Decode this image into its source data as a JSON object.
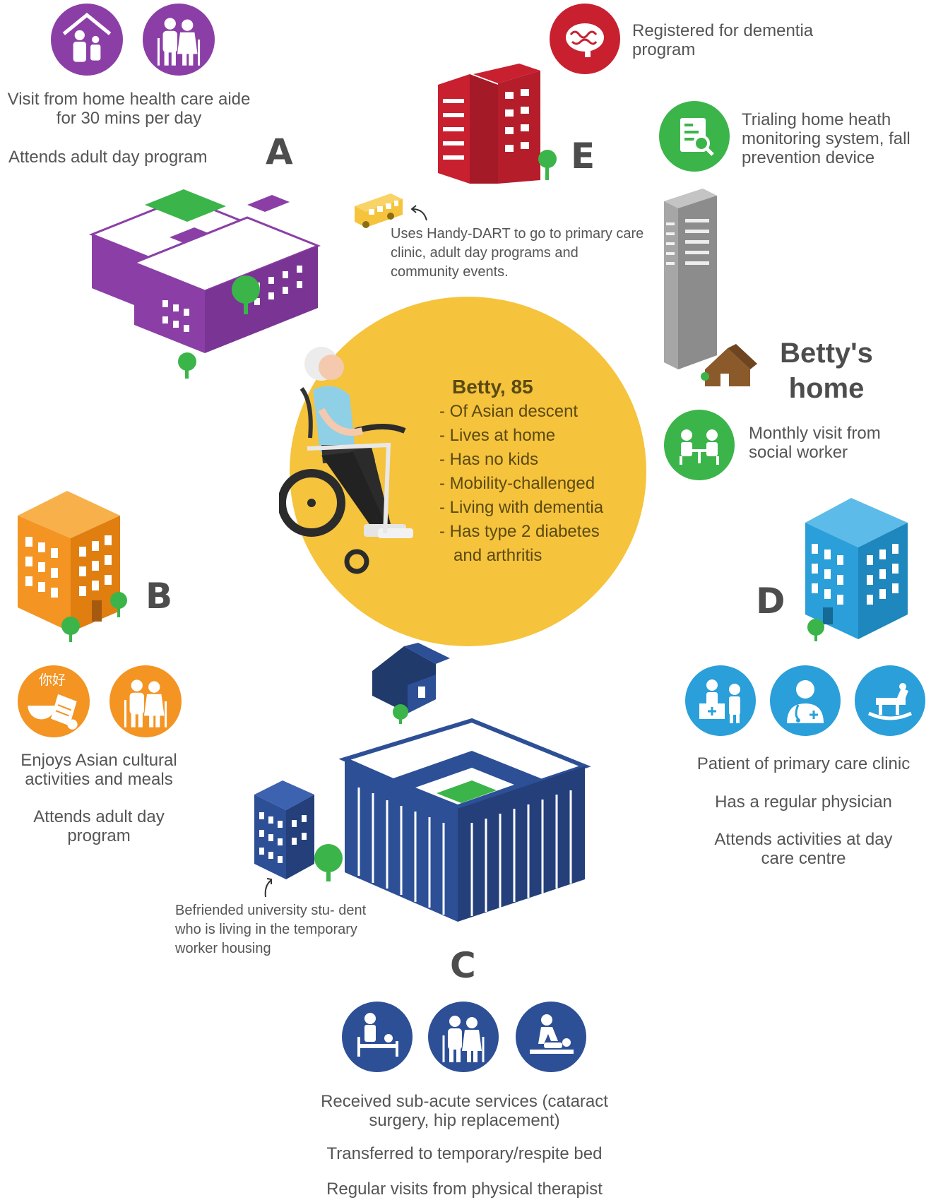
{
  "section_a": {
    "letter": "A",
    "text1": "Visit from home health care aide for 30 mins per day",
    "text2": "Attends adult day program",
    "color": "#8b3fa6",
    "icons": [
      "home-care-family-icon",
      "elderly-couple-icon"
    ]
  },
  "section_b": {
    "letter": "B",
    "text1": "Enjoys Asian cultural activities and meals",
    "text2": "Attends adult day program",
    "icon_glyph": "你好",
    "color": "#f39423",
    "icons": [
      "asian-meal-icon",
      "elderly-couple-icon"
    ]
  },
  "section_c": {
    "letter": "C",
    "text1": "Received sub-acute services (cataract surgery, hip replacement)",
    "text2": "Transferred to temporary/respite bed",
    "text3": "Regular visits from physical therapist",
    "note": "Befriended university stu- dent who is living in the temporary worker housing",
    "color": "#2d4f96",
    "icons": [
      "hospital-bed-icon",
      "elderly-couple-icon",
      "physiotherapy-icon"
    ]
  },
  "section_d": {
    "letter": "D",
    "text1": "Patient of primary care clinic",
    "text2": "Has a regular physician",
    "text3": "Attends activities at day care centre",
    "color": "#2a9fd9",
    "icons": [
      "clinic-reception-icon",
      "physician-icon",
      "rocking-horse-icon"
    ]
  },
  "section_e": {
    "letter": "E",
    "text1": "Registered for dementia program",
    "color": "#c8202f",
    "icons": [
      "brain-icon"
    ]
  },
  "transport": {
    "text": "Uses Handy-DART to go to primary care clinic, adult day programs and community events.",
    "color": "#f5c33c"
  },
  "home": {
    "label": "Betty's home",
    "monitoring_text": "Trialing home heath monitoring system, fall prevention device",
    "social_text": "Monthly visit from social worker",
    "color": "#3bb54a",
    "icons": [
      "monitoring-report-icon",
      "social-worker-meeting-icon"
    ]
  },
  "betty": {
    "title": "Betty, 85",
    "facts": [
      "- Of Asian descent",
      "- Lives at home",
      "- Has no kids",
      "- Mobility-challenged",
      "- Living with dementia",
      "- Has type 2 diabetes",
      "and arthritis"
    ],
    "circle_color": "#f5c33c"
  }
}
